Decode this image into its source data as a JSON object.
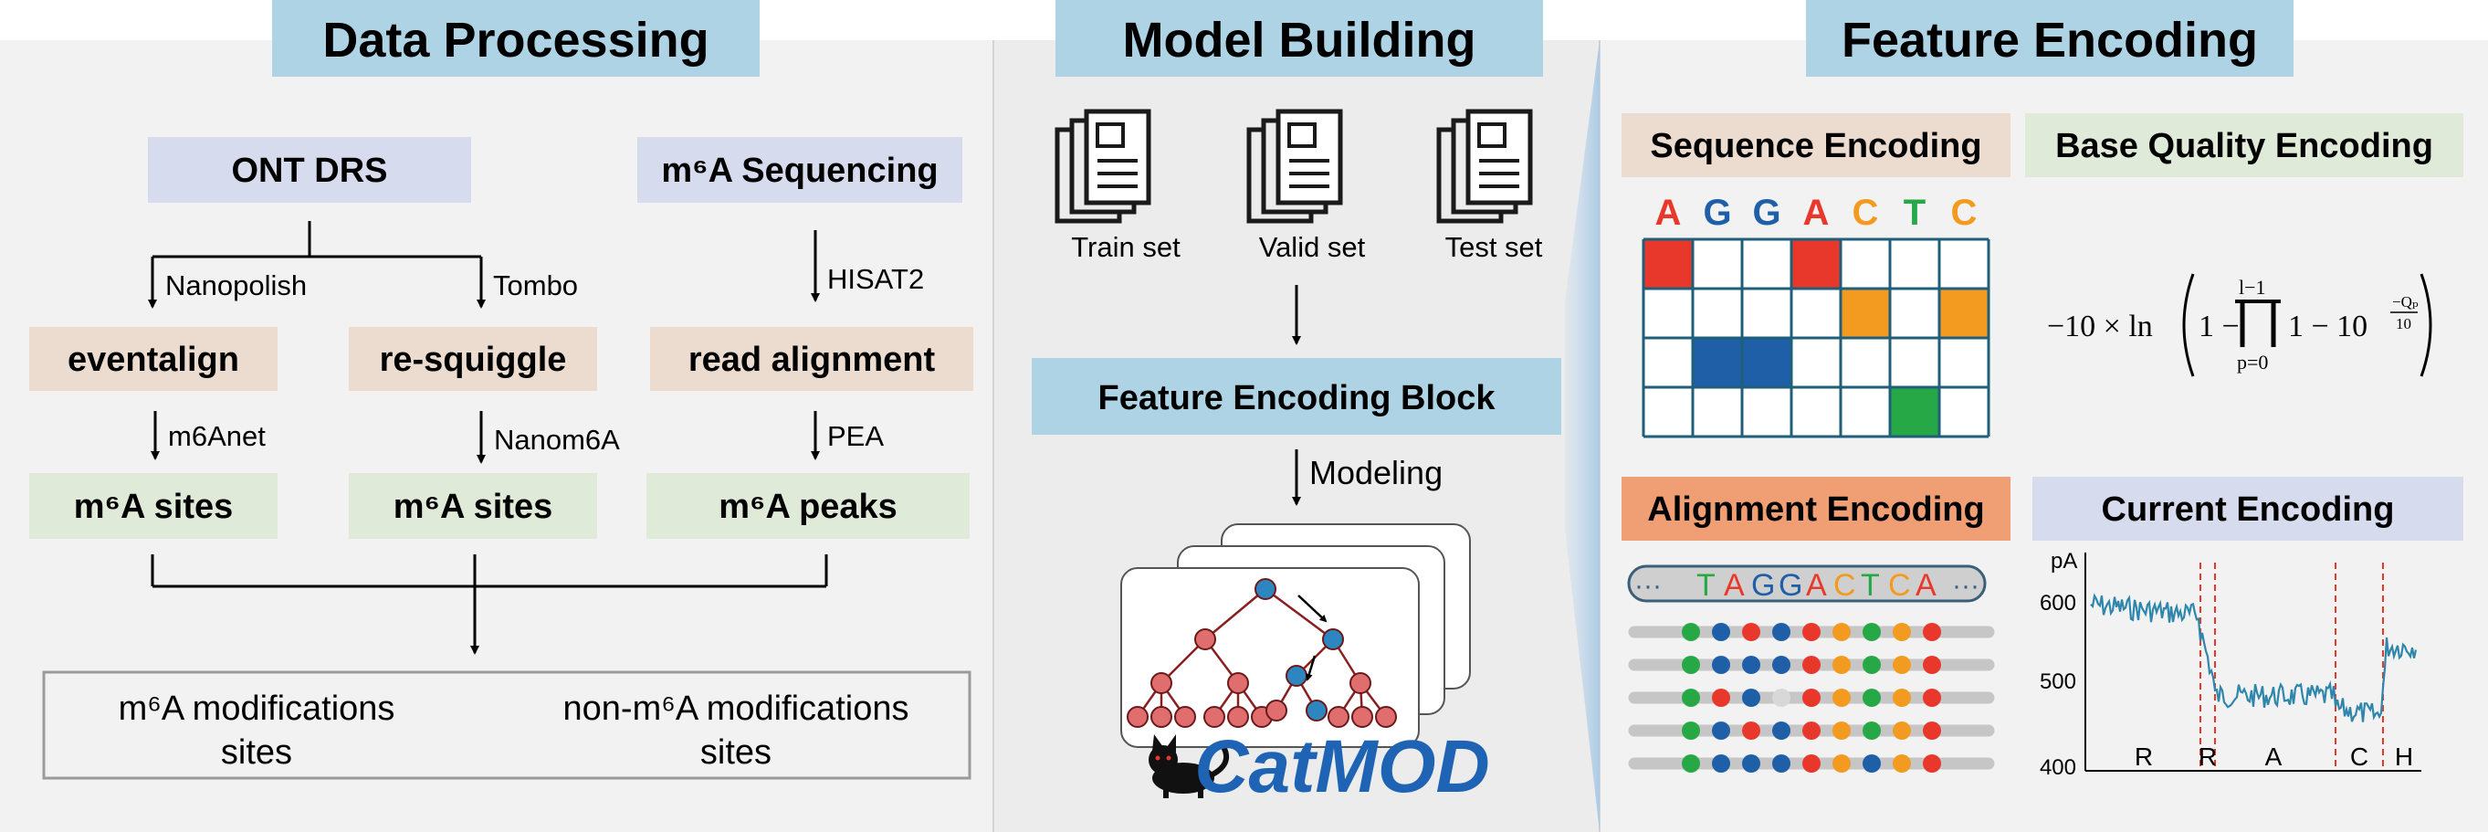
{
  "colors": {
    "panel_bg": "#f2f2f2",
    "center_bg": "#ececec",
    "header_blue": "#add3e5",
    "lavender": "#d6dcee",
    "tan": "#ecdcd0",
    "mint": "#dfead8",
    "salmon": "#ef9f73",
    "base_A": "#e8382b",
    "base_G": "#1e5fa8",
    "base_C": "#f39a20",
    "base_T": "#27a846",
    "signal": "#2e86ab",
    "brand": "#1f63b5"
  },
  "data_processing": {
    "title": "Data Processing",
    "ont_drs": "ONT DRS",
    "m6a_sequencing": "m⁶A Sequencing",
    "nanopolish": "Nanopolish",
    "tombo": "Tombo",
    "hisat2": "HISAT2",
    "eventalign": "eventalign",
    "resquiggle": "re-squiggle",
    "read_alignment": "read alignment",
    "m6anet": "m6Anet",
    "nanom6a": "Nanom6A",
    "pea": "PEA",
    "m6a_sites_1": "m⁶A sites",
    "m6a_sites_2": "m⁶A sites",
    "m6a_peaks": "m⁶A peaks",
    "mod_sites_line1": "m⁶A modifications",
    "mod_sites_line2": "sites",
    "non_mod_sites_line1": "non-m⁶A modifications",
    "non_mod_sites_line2": "sites"
  },
  "model_building": {
    "title": "Model Building",
    "train_set": "Train set",
    "valid_set": "Valid set",
    "test_set": "Test set",
    "feature_block": "Feature Encoding Block",
    "modeling": "Modeling",
    "brand": "CatMOD",
    "icons": [
      "document-icon",
      "document-icon",
      "document-icon",
      "cat-icon",
      "decision-tree-icon"
    ]
  },
  "feature_encoding": {
    "title": "Feature Encoding",
    "sequence_encoding": "Sequence Encoding",
    "base_quality_encoding": "Base Quality Encoding",
    "alignment_encoding": "Alignment Encoding",
    "current_encoding": "Current Encoding",
    "sequence": [
      "A",
      "G",
      "G",
      "A",
      "C",
      "T",
      "C"
    ],
    "alignment_sequence": [
      "T",
      "A",
      "G",
      "G",
      "A",
      "C",
      "T",
      "C",
      "A"
    ],
    "ellipsis": "···",
    "formula": {
      "prefix": "−10 × ln",
      "one_minus": "1 −",
      "prod_upper": "l−1",
      "prod_lower": "p=0",
      "term": "1 − 10",
      "exp_numerator": "−Qₚ",
      "exp_denominator": "10"
    },
    "current_plot": {
      "unit": "pA",
      "y_ticks": [
        "600",
        "500",
        "400"
      ],
      "segment_labels": [
        "R",
        "R",
        "A",
        "C",
        "H"
      ]
    }
  }
}
